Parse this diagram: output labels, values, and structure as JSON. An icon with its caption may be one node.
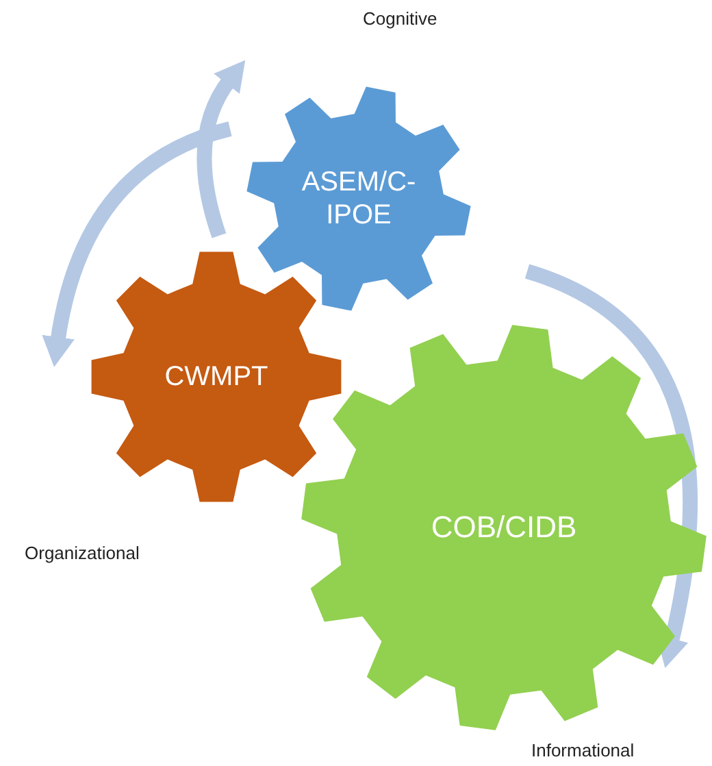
{
  "diagram": {
    "nodes": [
      {
        "text": [
          "ASEM/C-IPOE"
        ]
      },
      {
        "text": [
          "CWMPT"
        ]
      },
      {
        "text": [
          "COB/CIDB"
        ]
      }
    ],
    "labels": [
      "Cognitive",
      "Organizational",
      "Informational"
    ]
  }
}
